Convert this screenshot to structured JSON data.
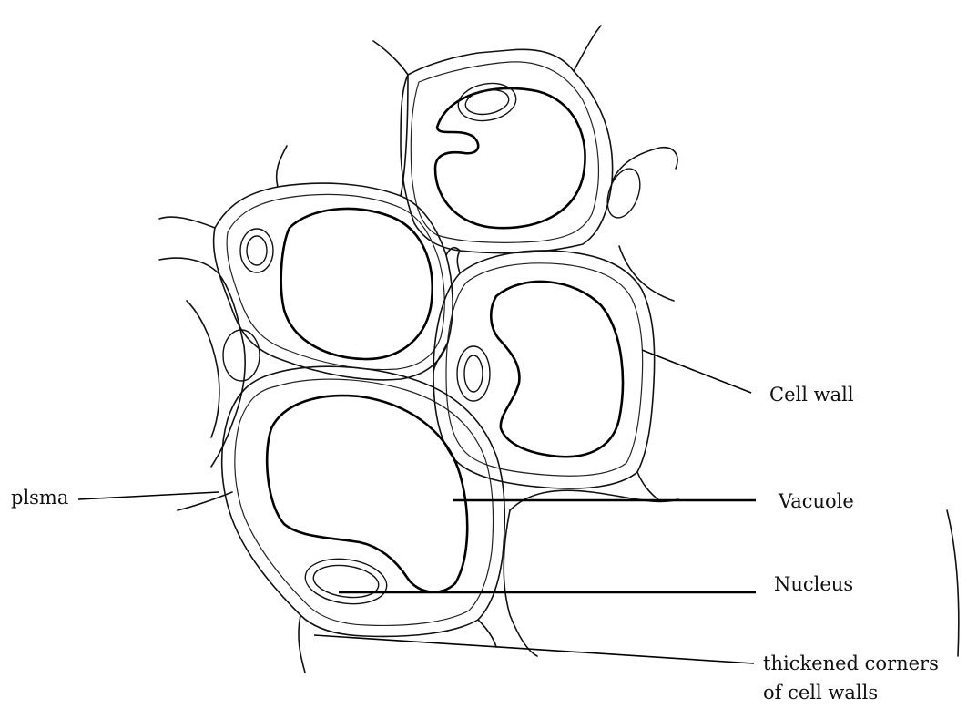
{
  "labels": {
    "cell_wall": "Cell wall",
    "vacuole": "Vacuole",
    "nucleus": "Nucleus",
    "plasma": "plsma",
    "thickened_line1": "thickened corners",
    "thickened_line2": "of cell walls"
  },
  "colors": {
    "ink": "#111111",
    "background": "#ffffff"
  }
}
